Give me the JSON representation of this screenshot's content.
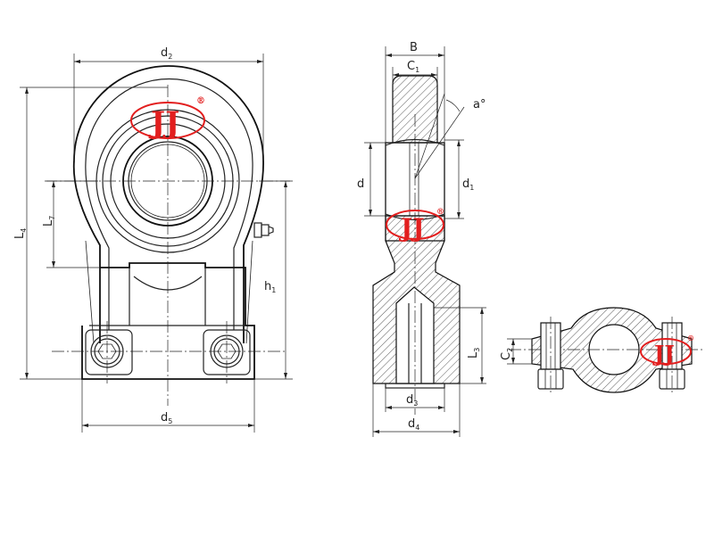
{
  "labels": {
    "d2": {
      "main": "d",
      "sub": "2"
    },
    "L4": {
      "main": "L",
      "sub": "4"
    },
    "L7": {
      "main": "L",
      "sub": "7"
    },
    "h1": {
      "main": "h",
      "sub": "1"
    },
    "d5": {
      "main": "d",
      "sub": "5"
    },
    "B": {
      "main": "B"
    },
    "C1": {
      "main": "C",
      "sub": "1"
    },
    "a": {
      "main": "a°"
    },
    "d": {
      "main": "d"
    },
    "d1": {
      "main": "d",
      "sub": "1"
    },
    "L3": {
      "main": "L",
      "sub": "3"
    },
    "d3": {
      "main": "d",
      "sub": "3"
    },
    "d4": {
      "main": "d",
      "sub": "4"
    },
    "C2": {
      "main": "C",
      "sub": "2"
    }
  },
  "logo": {
    "text": "JJ",
    "mark": "®",
    "color": "#e21e1e"
  }
}
